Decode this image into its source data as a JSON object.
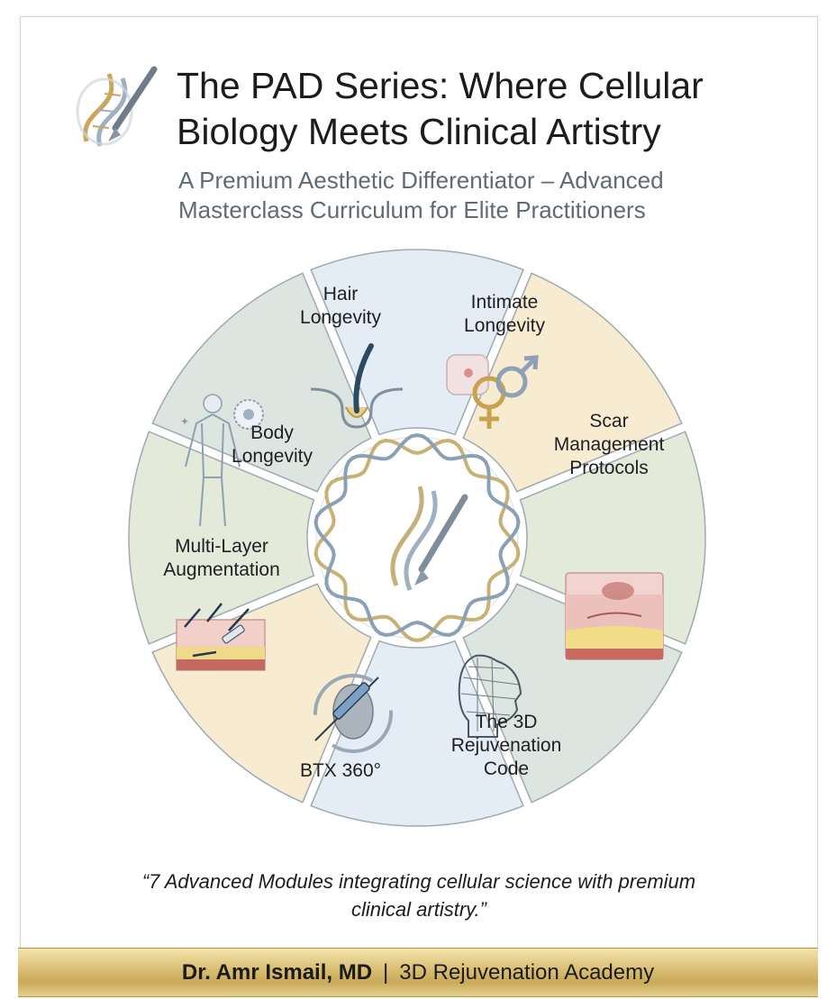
{
  "header": {
    "title": "The PAD Series: Where Cellular Biology Meets Clinical Artistry",
    "subtitle": "A Premium Aesthetic Differentiator – Advanced Masterclass Curriculum for Elite Practitioners",
    "logo_icon": "dna-paintbrush-icon"
  },
  "modules": [
    {
      "id": "hair",
      "lines": [
        "Hair",
        "Longevity"
      ],
      "icon": "hair-follicle-icon",
      "color": "#e4ecf6"
    },
    {
      "id": "intimate",
      "lines": [
        "Intimate",
        "Longevity"
      ],
      "icon": "gender-symbols-icon",
      "color": "#f7ebd2"
    },
    {
      "id": "scar",
      "lines": [
        "Scar",
        "Management",
        "Protocols"
      ],
      "icon": "",
      "color": "#e3ead9"
    },
    {
      "id": "skin",
      "lines": [],
      "icon": "skin-layer-icon",
      "color": "#dde5e0"
    },
    {
      "id": "rejuv",
      "lines": [
        "The 3D",
        "Rejuvenation",
        "Code"
      ],
      "icon": "wireframe-head-icon",
      "color": "#e4ecf6"
    },
    {
      "id": "btx",
      "lines": [
        "BTX 360°"
      ],
      "icon": "syringe-face-icon",
      "color": "#f7ebd2"
    },
    {
      "id": "aug",
      "lines": [
        "Multi-Layer",
        "Augmentation"
      ],
      "icon": "skin-injection-icon",
      "color": "#e3ead9"
    },
    {
      "id": "body",
      "lines": [
        "Body",
        "Longevity"
      ],
      "icon": "human-body-icon",
      "color": "#dde5e0"
    }
  ],
  "center_icon": "dna-paintbrush-icon",
  "quote": "“7 Advanced Modules integrating cellular science with premium clinical artistry.”",
  "footer": {
    "name": "Dr. Amr Ismail, MD",
    "separator": "|",
    "academy": "3D Rejuvenation Academy"
  },
  "colors": {
    "blue_segment": "#e4ecf6",
    "gold_segment": "#f7ebd2",
    "green_segment": "#e3ead9",
    "sage_segment": "#dde5e0",
    "gold_banner": "#d8bd71"
  }
}
